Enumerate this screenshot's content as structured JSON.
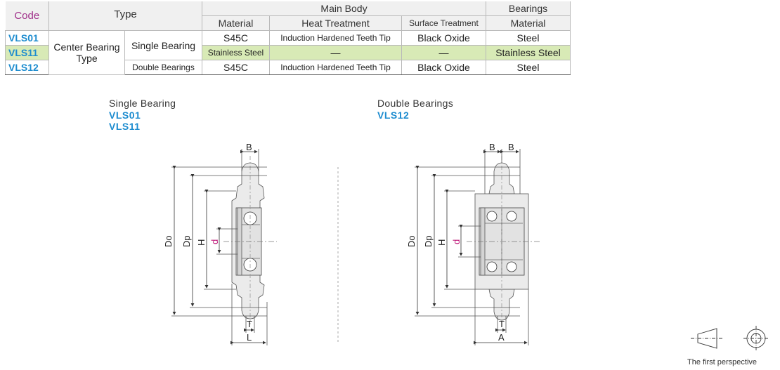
{
  "table": {
    "code_header": "Code",
    "type_header": "Type",
    "main_body_header": "Main Body",
    "bearings_header": "Bearings",
    "sub_headers": {
      "material": "Material",
      "heat_treatment": "Heat Treatment",
      "surface_treatment": "Surface Treatment",
      "bearing_material": "Material"
    },
    "type_group": "Center Bearing Type",
    "rows": [
      {
        "code": "VLS01",
        "subtype": "Single Bearing",
        "material": "S45C",
        "heat": "Induction Hardened Teeth Tip",
        "surface": "Black Oxide",
        "bearing": "Steel"
      },
      {
        "code": "VLS11",
        "subtype": "",
        "material": "Stainless Steel",
        "heat": "—",
        "surface": "—",
        "bearing": "Stainless Steel"
      },
      {
        "code": "VLS12",
        "subtype": "Double Bearings",
        "material": "S45C",
        "heat": "Induction Hardened Teeth Tip",
        "surface": "Black Oxide",
        "bearing": "Steel"
      }
    ]
  },
  "drawings": {
    "single": {
      "title": "Single Bearing",
      "codes": [
        "VLS01",
        "VLS11"
      ]
    },
    "double": {
      "title": "Double Bearings",
      "codes": [
        "VLS12"
      ]
    },
    "dims": {
      "B": "B",
      "Do": "Do",
      "Dp": "Dp",
      "H": "H",
      "d": "d",
      "T": "T",
      "L": "L",
      "A": "A"
    }
  },
  "perspective_note": "The first perspective",
  "colors": {
    "accent_blue": "#1d8ccf",
    "code_header_purple": "#a0308a",
    "highlight_green": "#d8eab6",
    "dim_d_red": "#c0187a"
  }
}
